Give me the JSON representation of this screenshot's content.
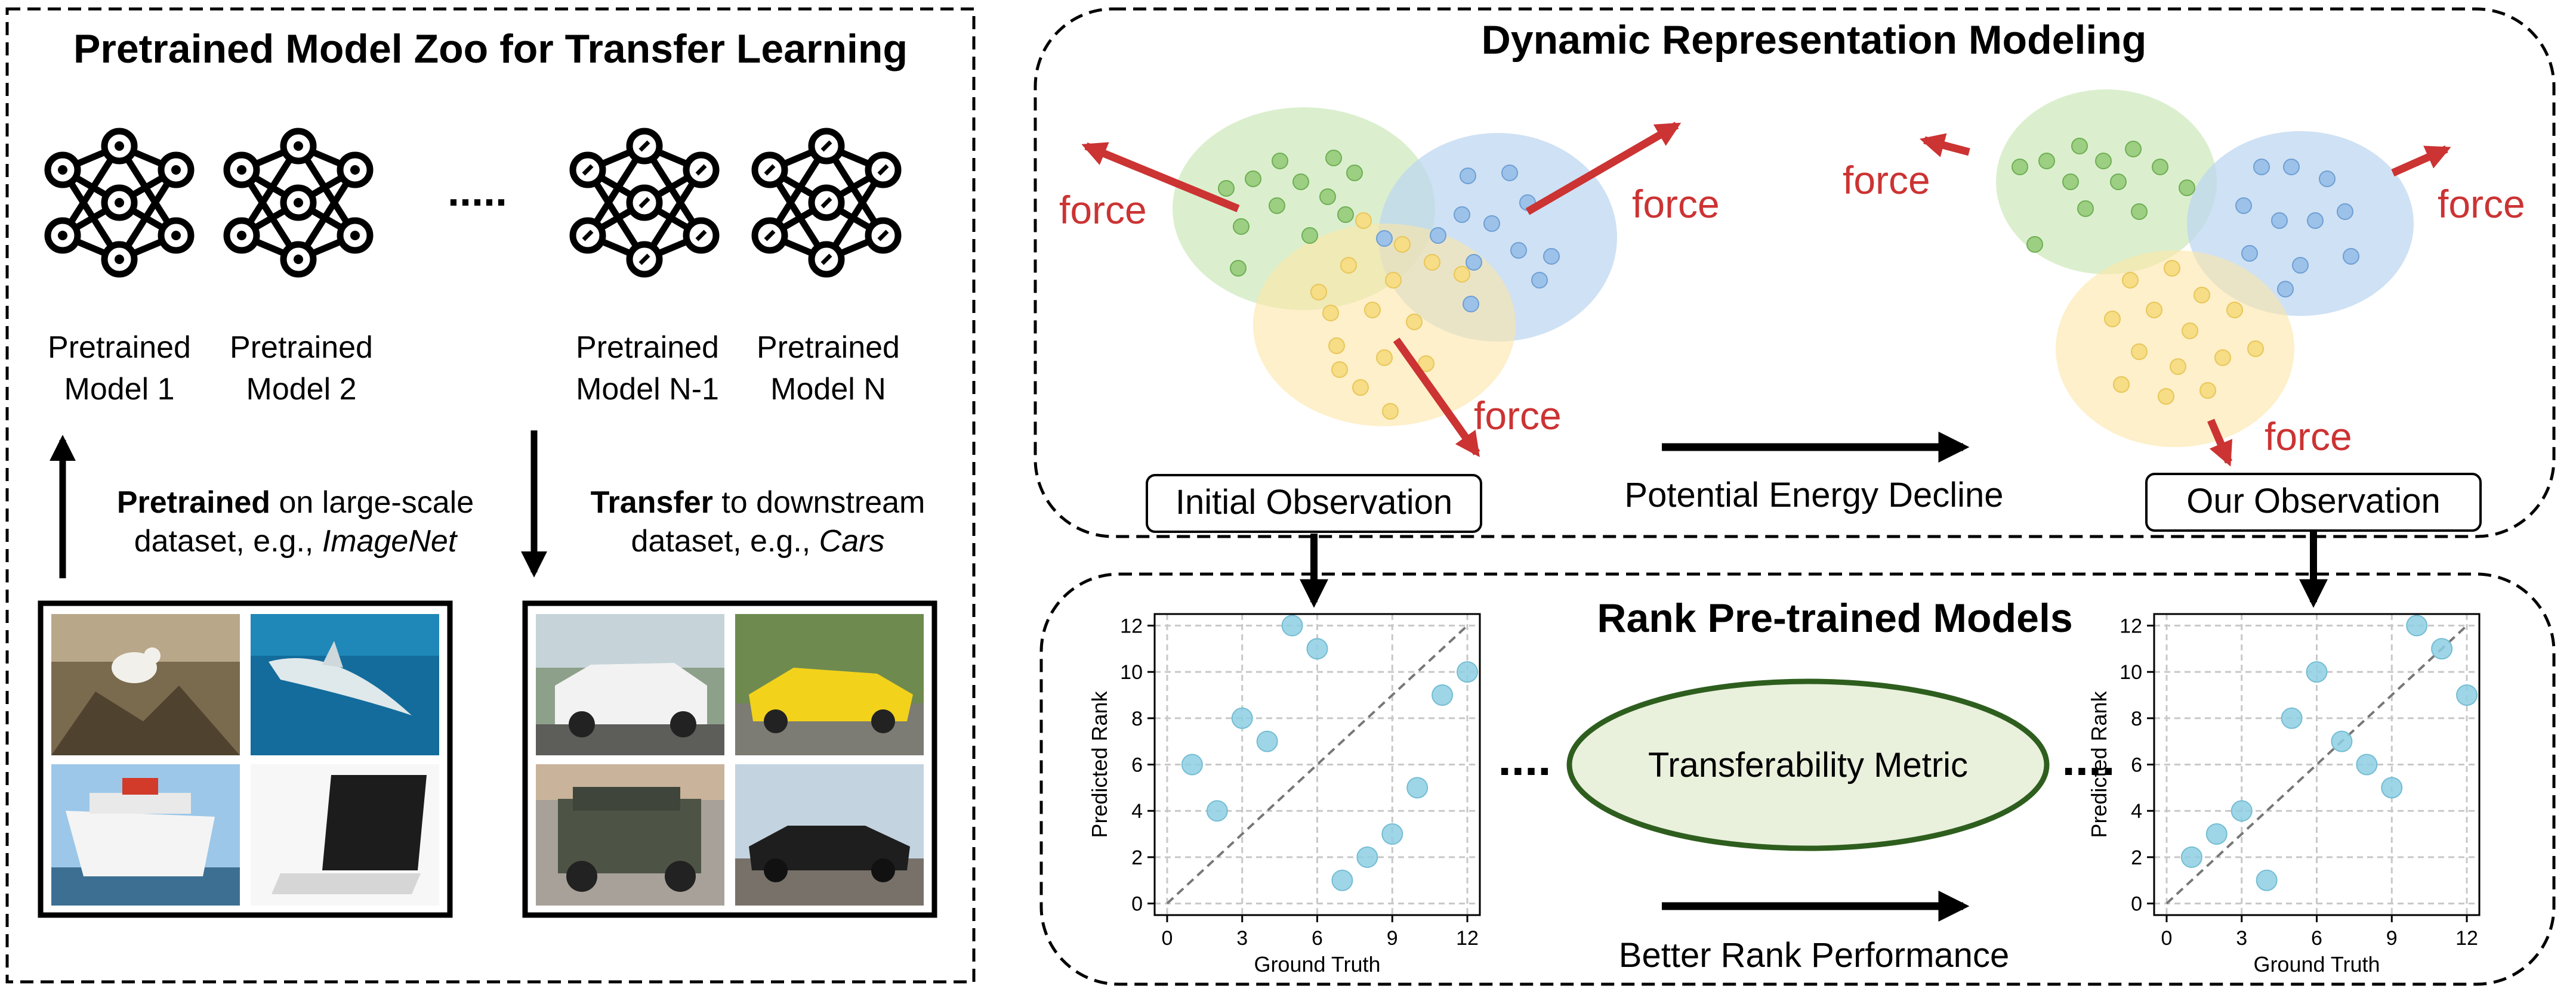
{
  "left_panel": {
    "title": "Pretrained Model Zoo for Transfer Learning",
    "ellipsis": ".....",
    "models": [
      {
        "line1": "Pretrained",
        "line2": "Model 1"
      },
      {
        "line1": "Pretrained",
        "line2": "Model 2"
      },
      {
        "line1": "Pretrained",
        "line2": "Model N-1"
      },
      {
        "line1": "Pretrained",
        "line2": "Model N"
      }
    ],
    "pretrain_text": {
      "bold": "Pretrained",
      "rest": " on large-scale",
      "line2": "dataset, e.g., ",
      "italic": "ImageNet"
    },
    "transfer_text": {
      "bold": "Transfer",
      "rest": " to downstream",
      "line2": "dataset, e.g., ",
      "italic": "Cars"
    },
    "imagenet_images": [
      "bird-photo",
      "shark-photo",
      "ship-photo",
      "laptop-photo"
    ],
    "cars_images": [
      "white-suv-photo",
      "yellow-convertible-photo",
      "hummer-photo",
      "black-coupe-photo"
    ]
  },
  "top_panel": {
    "title": "Dynamic Representation Modeling",
    "force_label": "force",
    "initial_label": "Initial Observation",
    "middle_label": "Potential Energy Decline",
    "ours_label": "Our Observation",
    "colors": {
      "green": "#c8e6b4",
      "blue": "#bcd5f0",
      "yellow": "#fbe6a6",
      "arrow": "#cc3333"
    }
  },
  "bottom_panel": {
    "title": "Rank Pre-trained Models",
    "metric_label": "Transferability Metric",
    "better_label": "Better Rank Performance",
    "dots_left": "....",
    "dots_right": "....",
    "metric_fill": "#e9f0dc",
    "metric_stroke": "#2e5e1e"
  },
  "chart_data": [
    {
      "type": "scatter",
      "xlabel": "Ground Truth",
      "ylabel": "Predicted Rank",
      "xticks": [
        0,
        3,
        6,
        9,
        12
      ],
      "yticks": [
        0,
        2,
        4,
        6,
        8,
        10,
        12
      ],
      "xlim": [
        -0.5,
        12.5
      ],
      "ylim": [
        -0.5,
        12.5
      ],
      "diagonal": true,
      "grid": true,
      "point_color": "#8ecfe3",
      "points": [
        [
          1,
          6
        ],
        [
          2,
          4
        ],
        [
          3,
          8
        ],
        [
          4,
          7
        ],
        [
          5,
          12
        ],
        [
          6,
          11
        ],
        [
          7,
          1
        ],
        [
          8,
          2
        ],
        [
          9,
          3
        ],
        [
          10,
          5
        ],
        [
          11,
          9
        ],
        [
          12,
          10
        ]
      ]
    },
    {
      "type": "scatter",
      "xlabel": "Ground Truth",
      "ylabel": "Predicted Rank",
      "xticks": [
        0,
        3,
        6,
        9,
        12
      ],
      "yticks": [
        0,
        2,
        4,
        6,
        8,
        10,
        12
      ],
      "xlim": [
        -0.5,
        12.5
      ],
      "ylim": [
        -0.5,
        12.5
      ],
      "diagonal": true,
      "grid": true,
      "point_color": "#8ecfe3",
      "points": [
        [
          1,
          2
        ],
        [
          2,
          3
        ],
        [
          3,
          4
        ],
        [
          4,
          1
        ],
        [
          5,
          8
        ],
        [
          6,
          10
        ],
        [
          7,
          7
        ],
        [
          8,
          6
        ],
        [
          9,
          5
        ],
        [
          10,
          12
        ],
        [
          11,
          11
        ],
        [
          12,
          9
        ]
      ]
    }
  ]
}
